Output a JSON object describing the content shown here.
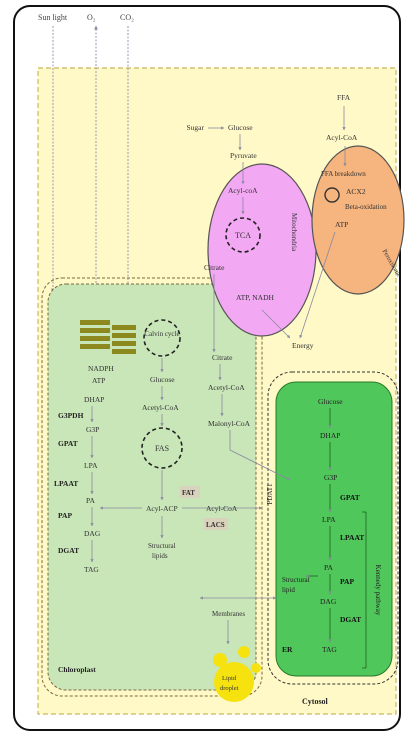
{
  "inputs": {
    "sunlight": "Sun light",
    "o2": "O₂",
    "co2": "CO₂"
  },
  "mito": {
    "label": "Mitochondria",
    "sugar": "Sugar",
    "glucose": "Glucose",
    "pyruvate": "Pyruvate",
    "acyl_coa": "Acyl-coA",
    "tca": "TCA",
    "citrate": "Citrate",
    "atp_nadh": "ATP, NADH"
  },
  "perox": {
    "label": "Peroxisome",
    "ffa": "FFA",
    "acyl_coa": "Acyl-CoA",
    "breakdown": "FFA breakdown",
    "acx2": "ACX2",
    "beta": "Beta-oxidation",
    "atp": "ATP"
  },
  "energy": "Energy",
  "cytosol_mid": {
    "citrate": "Citrate",
    "acetyl_coa": "Acetyl-CoA",
    "malonyl_coa": "Malonyl-CoA",
    "acyl_coa": "Acyl-CoA",
    "lacs": "LACS",
    "fat": "FAT",
    "pdat1": "PDAT1"
  },
  "chloroplast": {
    "label": "Chloroplast",
    "nadph": "NADPH",
    "atp": "ATP",
    "calvin": "Calvin cycle",
    "glucose": "Glucose",
    "acetyl_coa": "Acetyl-CoA",
    "fas": "FAS",
    "dhap": "DHAP",
    "g3pdh": "G3PDH",
    "g3p": "G3P",
    "gpat": "GPAT",
    "lpa": "LPA",
    "lpaat": "LPAAT",
    "pa": "PA",
    "pap": "PAP",
    "dag": "DAG",
    "dgat": "DGAT",
    "tag": "TAG",
    "acyl_acp": "Acyl-ACP",
    "structural": "Structural lipids"
  },
  "er": {
    "label": "ER",
    "pathway": "Kennedy pathway",
    "glucose": "Glucose",
    "dhap": "DHAP",
    "g3p": "G3P",
    "gpat": "GPAT",
    "lpa": "LPA",
    "lpaat": "LPAAT",
    "pa": "PA",
    "pap": "PAP",
    "dag": "DAG",
    "dgat": "DGAT",
    "tag": "TAG",
    "structural": "Structural lipid"
  },
  "membranes": "Membranes",
  "lipid_droplet": "Lipid droplet",
  "cytosol": "Cytosol"
}
